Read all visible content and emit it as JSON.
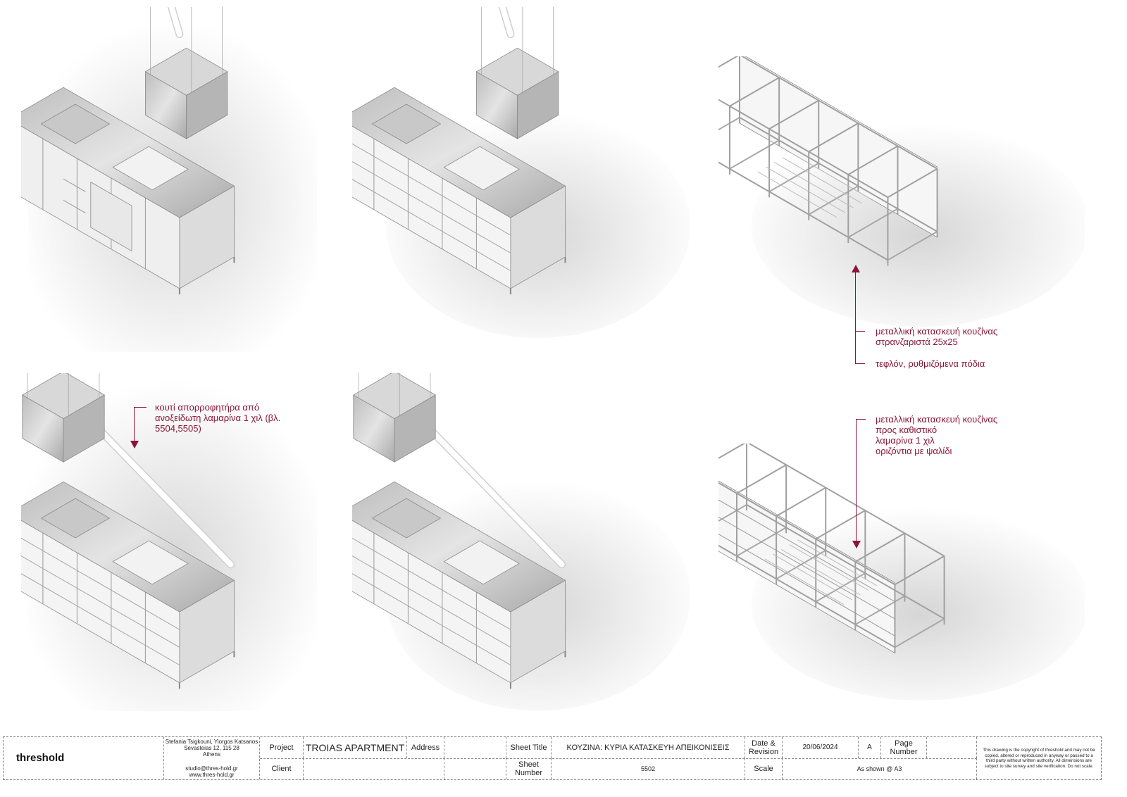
{
  "annotations": {
    "frame": {
      "line1": "μεταλλική κατασκευή κουζίνας",
      "line2": "στρανζαριστά 25x25",
      "feet": "τεφλόν, ρυθμιζόμενα πόδια"
    },
    "hood": {
      "line1": "κουτί απορροφητήρα από",
      "line2": "ανοξείδωτη λαμαρίνα 1 χιλ (βλ.",
      "line3": "5504,5505)"
    },
    "back": {
      "line1": "μεταλλική κατασκευή κουζίνας",
      "line2": "προς καθιστικό",
      "line3": "λαμαρίνα 1 χιλ",
      "line4": "οριζόντια με ψαλίδι"
    },
    "color": "#8a1538"
  },
  "title_block": {
    "logo": "threshold",
    "contact": {
      "names": "Stefania Tsigkouni, Yiorgos Katsanos",
      "street": "Sevasteias 12, 115 28",
      "city": "Athens",
      "email": "studio@thres-hold.gr",
      "web": "www.thres-hold.gr"
    },
    "project_label": "Project",
    "project": "TROIAS APARTMENT",
    "address_label": "Address",
    "client_label": "Client",
    "sheet_title_label": "Sheet Title",
    "sheet_title": "ΚΟΥΖΙΝΑ: ΚΥΡΙΑ ΚΑΤΑΣΚΕΥΗ ΑΠΕΙΚΟΝΙΣΕΙΣ",
    "sheet_number_label": "Sheet Number",
    "sheet_number": "5502",
    "date_label": "Date & Revision",
    "date": "20/06/2024",
    "revision": "A",
    "page_number_label": "Page Number",
    "scale_label": "Scale",
    "scale": "As shown @ A3",
    "copyright": "This drawing is the copyright of threshold and may not be copied, altered or reproduced in anyway or passed to a third party without written authority. All dimensions are subject to site survey and site verification. Do not scale."
  }
}
